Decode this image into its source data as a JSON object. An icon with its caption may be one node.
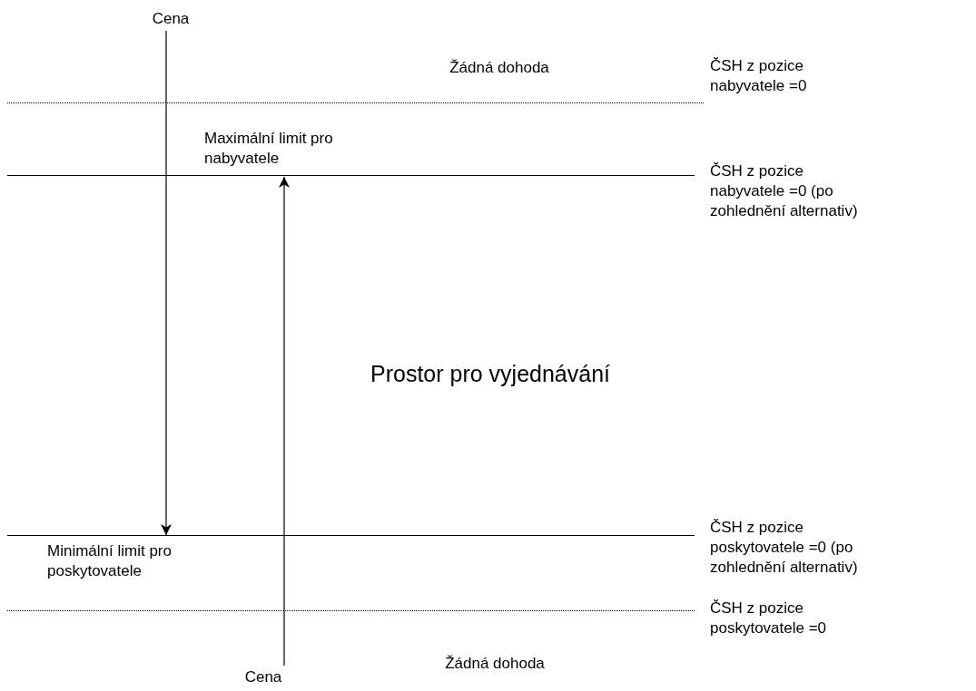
{
  "diagram": {
    "nodes": [
      {
        "text": [
          "Cena"
        ]
      },
      {
        "text": [
          "Cena"
        ]
      },
      {
        "text": [],
        "shape": "line",
        "beside": [
          "ČSH z pozice nabyvatele =0"
        ]
      },
      {
        "text": [],
        "shape": "line",
        "beside": [
          "Maximální limit pro nabyvatele",
          "ČSH z pozice nabyvatele =0 (po zohlednění alternativ)"
        ]
      },
      {
        "text": [],
        "shape": "line",
        "beside": [
          "Minimální limit pro poskytovatele",
          "ČSH z pozice poskytovatele =0 (po zohlednění alternativ)"
        ]
      },
      {
        "text": [],
        "shape": "line",
        "beside": [
          "ČSH z pozice poskytovatele =0"
        ]
      }
    ],
    "edges": [
      {
        "from": 0,
        "to": 4,
        "arrow": "to"
      },
      {
        "from": 1,
        "to": 3,
        "arrow": "to"
      }
    ],
    "labels": [
      "Žádná dohoda",
      "Prostor pro vyjednávání",
      "Žádná dohoda"
    ]
  }
}
